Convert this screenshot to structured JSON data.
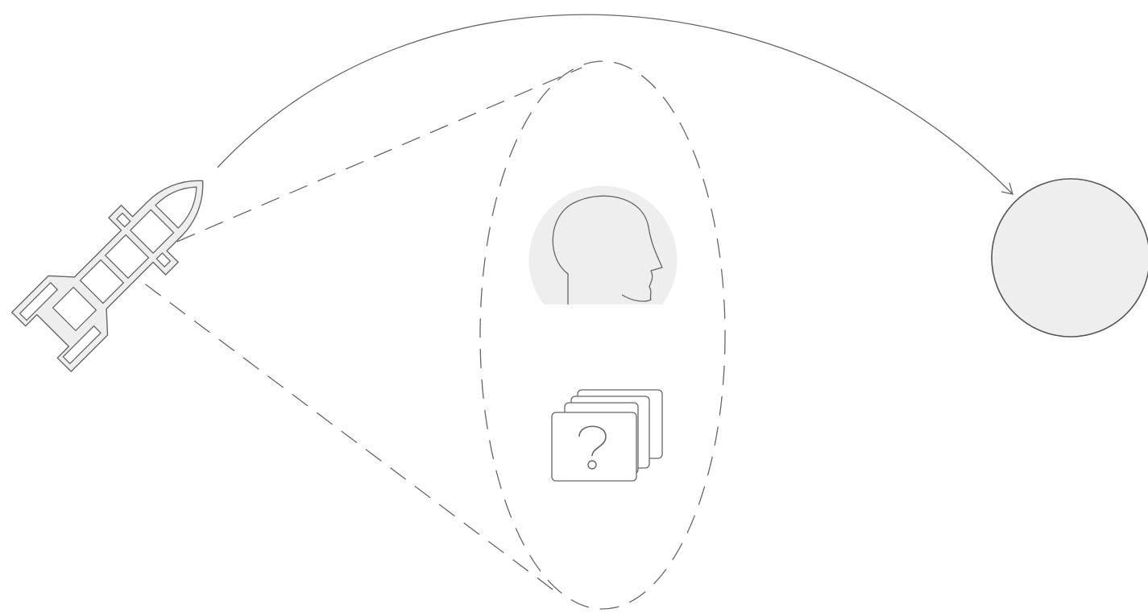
{
  "diagram": {
    "nodes": [
      {
        "id": "rocket",
        "icon": "rocket-icon"
      },
      {
        "id": "head",
        "icon": "head-profile-icon"
      },
      {
        "id": "cards",
        "icon": "question-cards-icon",
        "glyph": "?"
      },
      {
        "id": "target",
        "icon": "circle-target"
      }
    ],
    "edges": [
      {
        "from": "rocket",
        "to": "target",
        "style": "solid",
        "arrow": true
      },
      {
        "from": "rocket",
        "to": "ellipse-top",
        "style": "dashed"
      },
      {
        "from": "rocket",
        "to": "ellipse-bottom",
        "style": "dashed"
      }
    ]
  },
  "colors": {
    "stroke": "#666666",
    "fill": "#eeeeee",
    "background": "#ffffff"
  }
}
